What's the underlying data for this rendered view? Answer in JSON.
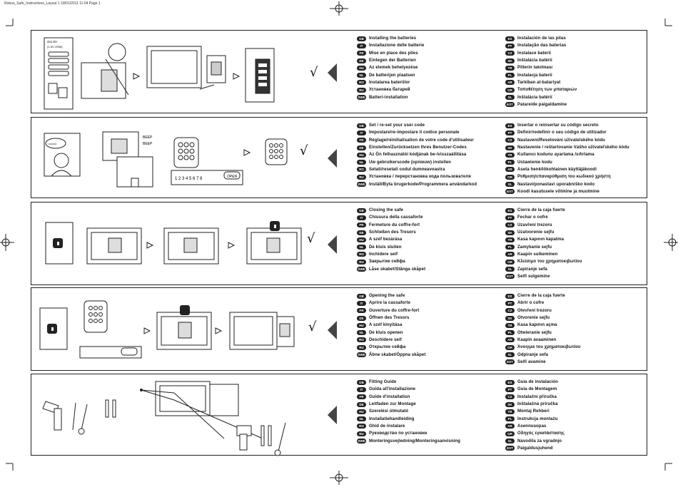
{
  "header": {
    "text": "Robus_Safe_Instructions_Layout 1   18/01/2011   11:04   Page 1"
  },
  "sections": [
    {
      "id": "batteries",
      "left": [
        {
          "code": "GB",
          "text": "Installing the batteries"
        },
        {
          "code": "IT",
          "text": "Installazione delle batterie"
        },
        {
          "code": "FR",
          "text": "Mise en place des piles"
        },
        {
          "code": "DE",
          "text": "Einlegen der Batterien"
        },
        {
          "code": "HU",
          "text": "Az elemek behelyezése"
        },
        {
          "code": "NL",
          "text": "De batterijen plaatsen"
        },
        {
          "code": "RO",
          "text": "Instalarea bateriilor"
        },
        {
          "code": "RU",
          "text": "Установка батарей"
        },
        {
          "code": "SWE",
          "text": "Batteri-installation"
        }
      ],
      "right": [
        {
          "code": "ES",
          "text": "Instalación de las pilas"
        },
        {
          "code": "PT",
          "text": "Instalação das baterias"
        },
        {
          "code": "CZ",
          "text": "Instalace baterií"
        },
        {
          "code": "SK",
          "text": "Inštalácia batérií"
        },
        {
          "code": "TR",
          "text": "Pillerin takılması"
        },
        {
          "code": "PL",
          "text": "Instalacja baterii"
        },
        {
          "code": "AR",
          "text": "Tarkiban al-batariyat"
        },
        {
          "code": "GR",
          "text": "Τοποθέτηση των μπαταριών"
        },
        {
          "code": "SL",
          "text": "Inštalácia batérií"
        },
        {
          "code": "EST",
          "text": "Patareide paigaldamine"
        }
      ]
    },
    {
      "id": "set-code",
      "left": [
        {
          "code": "GB",
          "text": "Set / re-set your user code"
        },
        {
          "code": "IT",
          "text": "Impostare/re-impostare il codice personale"
        },
        {
          "code": "FR",
          "text": "Réglage/réinitialisation de votre code d'utilisateur"
        },
        {
          "code": "DE",
          "text": "Einstellen/Zurücksetzen Ihres Benutzer-Codes"
        },
        {
          "code": "HU",
          "text": "Az Ön felhasználói kódjának be-/visszaállítása"
        },
        {
          "code": "NL",
          "text": "Uw gebruikerscode (opnieuw) instellen"
        },
        {
          "code": "RO",
          "text": "Setati/resetati codul dumneavoastra"
        },
        {
          "code": "RU",
          "text": "Установка / перерстановка кода пользователя"
        },
        {
          "code": "SWE",
          "text": "Inställ/Byta brugerkode/Programmera användarkod"
        }
      ],
      "right": [
        {
          "code": "ES",
          "text": "Insertar o reinsertar su código secreto"
        },
        {
          "code": "PT",
          "text": "Definir/redefinir o seu código de utilizador"
        },
        {
          "code": "CZ",
          "text": "Nastavení/Resetování uživatelského kódu"
        },
        {
          "code": "SK",
          "text": "Nastavenie / reštartovanie Vášho užívateľského kódu"
        },
        {
          "code": "TR",
          "text": "Kullanıcı kodunu ayarlama /sıfırlama"
        },
        {
          "code": "PL",
          "text": "Ustawienie kodu"
        },
        {
          "code": "AR",
          "text": "Aseta henkilökohtainen käyttäjäkoodi"
        },
        {
          "code": "GR",
          "text": "Ρύθμιση/επαναρύθμιση του κωδικού χρήστη"
        },
        {
          "code": "SL",
          "text": "Nastavi/ponastavi uporabniško kodo"
        },
        {
          "code": "EST",
          "text": "Koodi kasutusele võtmine ja muutmine"
        }
      ]
    },
    {
      "id": "closing",
      "left": [
        {
          "code": "GB",
          "text": "Closing the safe"
        },
        {
          "code": "IT",
          "text": "Chiusura della cassaforte"
        },
        {
          "code": "FR",
          "text": "Fermeture du coffre-fort"
        },
        {
          "code": "DE",
          "text": "Schließen des Tresors"
        },
        {
          "code": "HU",
          "text": "A széf bezárása"
        },
        {
          "code": "NL",
          "text": "De kluis sluiten"
        },
        {
          "code": "RO",
          "text": "Inchidere seif"
        },
        {
          "code": "RU",
          "text": "Закрытие сейфа"
        },
        {
          "code": "SWE",
          "text": "Låse skabet/Stänga skåpet"
        }
      ],
      "right": [
        {
          "code": "ES",
          "text": "Cierre de la caja fuerte"
        },
        {
          "code": "PT",
          "text": "Fechar o cofre"
        },
        {
          "code": "CZ",
          "text": "Uzavření trezoru"
        },
        {
          "code": "SK",
          "text": "Uzatvorenie sejfu"
        },
        {
          "code": "TR",
          "text": "Kasa kapının kapatma"
        },
        {
          "code": "PL",
          "text": "Zamykanie sejfu"
        },
        {
          "code": "AR",
          "text": "Kaapin sulkeminen"
        },
        {
          "code": "GR",
          "text": "Κλείσιμο του χρηματοκιβωτίου"
        },
        {
          "code": "SL",
          "text": "Zapiranje sefa"
        },
        {
          "code": "EST",
          "text": "Seifi sulgemine"
        }
      ]
    },
    {
      "id": "opening",
      "left": [
        {
          "code": "GB",
          "text": "Opening the safe"
        },
        {
          "code": "IT",
          "text": "Aprire la cassaforte"
        },
        {
          "code": "FR",
          "text": "Ouverture du coffre-fort"
        },
        {
          "code": "DE",
          "text": "Öffnen des Tresors"
        },
        {
          "code": "HU",
          "text": "A széf kinyitása"
        },
        {
          "code": "NL",
          "text": "De kluis openen"
        },
        {
          "code": "RO",
          "text": "Deschidere seif"
        },
        {
          "code": "RU",
          "text": "Открытие сейфа"
        },
        {
          "code": "SWE",
          "text": "Åbne skabet/Öppna skåpet"
        }
      ],
      "right": [
        {
          "code": "ES",
          "text": "Cierre de la caja fuerte"
        },
        {
          "code": "PT",
          "text": "Abrir o cofre"
        },
        {
          "code": "CZ",
          "text": "Otevření trezoru"
        },
        {
          "code": "SK",
          "text": "Otvorenie sejfu"
        },
        {
          "code": "TR",
          "text": "Kasa kapının açma"
        },
        {
          "code": "PL",
          "text": "Otwieranie sejfu"
        },
        {
          "code": "AR",
          "text": "Kaapin avaaminen"
        },
        {
          "code": "GR",
          "text": "Άνοιγμα του χρηματοκιβωτίου"
        },
        {
          "code": "SL",
          "text": "Odpiranje sefa"
        },
        {
          "code": "EST",
          "text": "Seifi avamine"
        }
      ]
    },
    {
      "id": "fitting",
      "left": [
        {
          "code": "GB",
          "text": "Fitting Guide"
        },
        {
          "code": "IT",
          "text": "Guida all'installazione"
        },
        {
          "code": "FR",
          "text": "Guide d'installation"
        },
        {
          "code": "DE",
          "text": "Leitfaden zur Montage"
        },
        {
          "code": "HU",
          "text": "Szerelési útmutató"
        },
        {
          "code": "NL",
          "text": "Installatiehandleiding"
        },
        {
          "code": "RO",
          "text": "Ghid de instalare"
        },
        {
          "code": "RU",
          "text": "Руководство по установке"
        },
        {
          "code": "SWE",
          "text": "Monteringsvejledning/Monteringsanvisning"
        }
      ],
      "right": [
        {
          "code": "ES",
          "text": "Guía de instalación"
        },
        {
          "code": "PT",
          "text": "Guia de Montagem"
        },
        {
          "code": "CZ",
          "text": "Instalační příručka"
        },
        {
          "code": "SK",
          "text": "Inštalačná príručka"
        },
        {
          "code": "TR",
          "text": "Montaj Rehberi"
        },
        {
          "code": "PL",
          "text": "Instrukcja montażu"
        },
        {
          "code": "AR",
          "text": "Asennusopas"
        },
        {
          "code": "GR",
          "text": "Οδηγός εγκατάστασης"
        },
        {
          "code": "SL",
          "text": "Navodila za vgradnjo"
        },
        {
          "code": "EST",
          "text": "Paigaldusjuhend"
        }
      ]
    }
  ],
  "labels": {
    "battery_spec": "4x1.5V",
    "battery_type": "(1.5V LR06)",
    "beep1": "BEEP",
    "beep2": "BEEP",
    "code_example": "1 2 3 4 5 6 7 8",
    "open_button": "OPEN",
    "dots": "••••••••"
  },
  "checkmark": "√"
}
